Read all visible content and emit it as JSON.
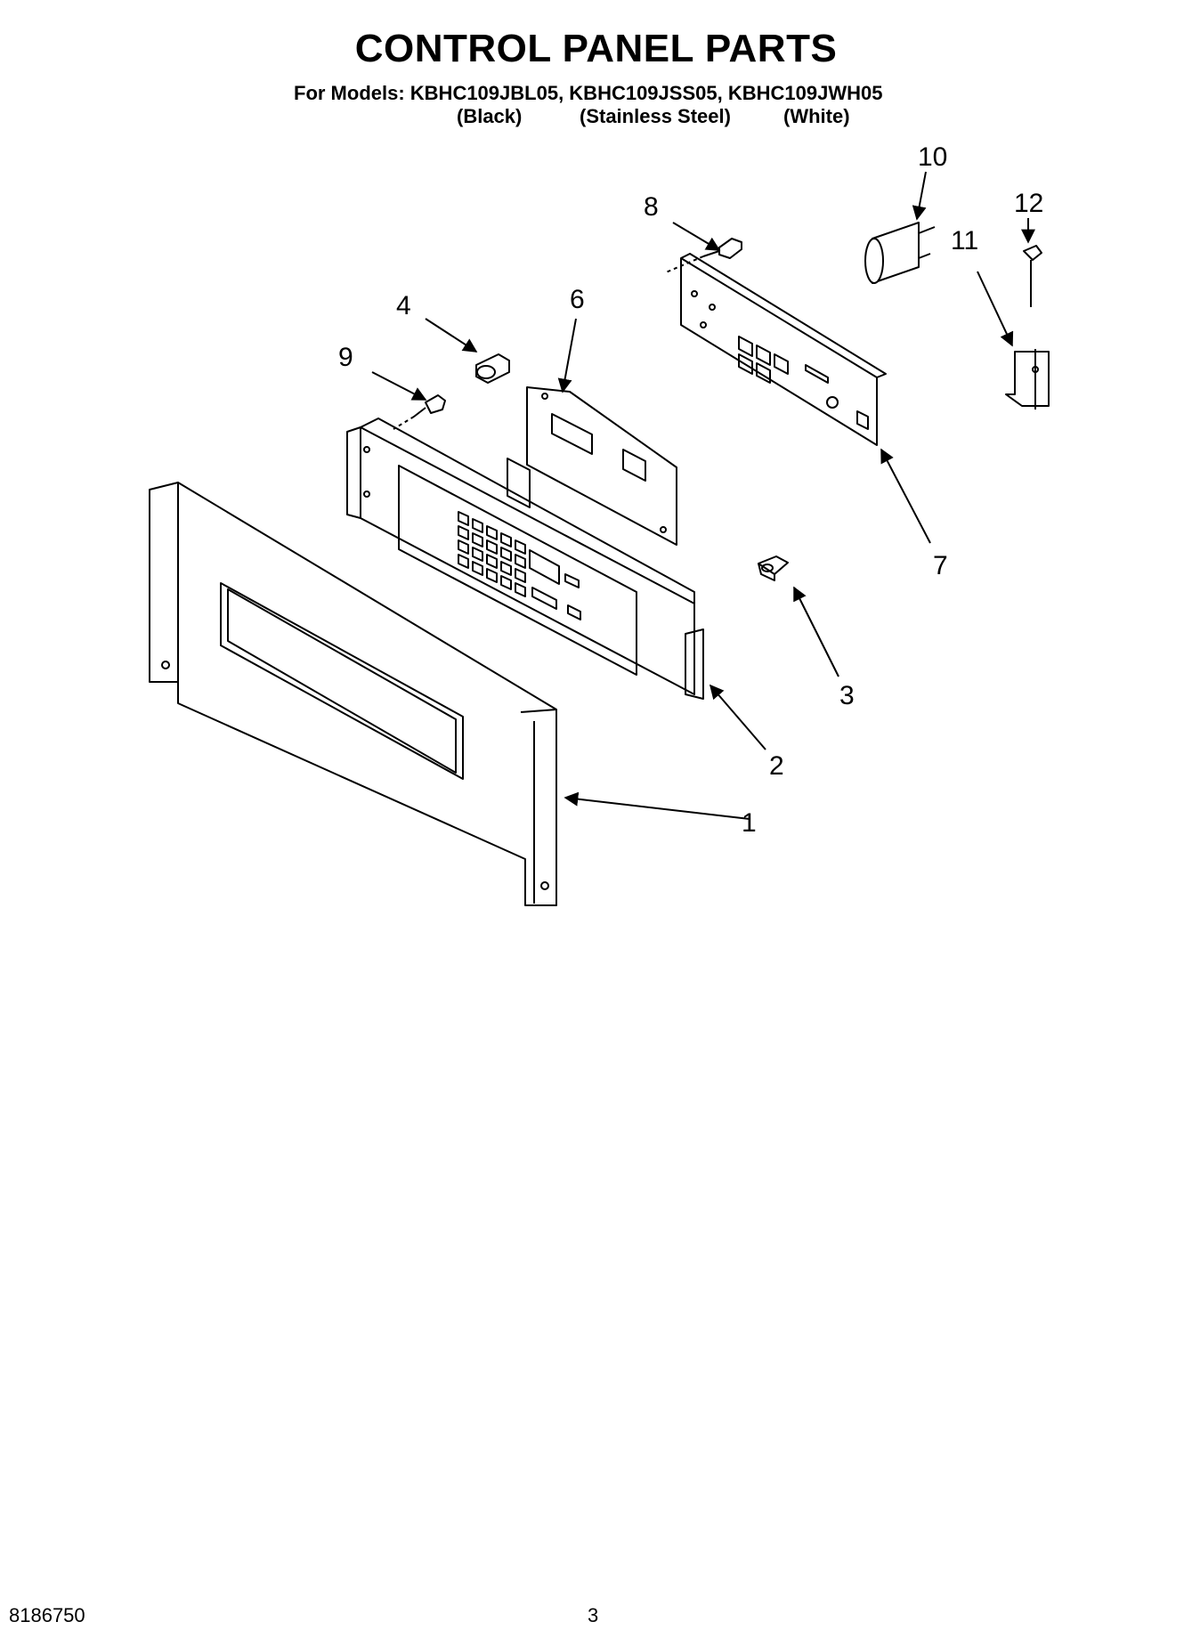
{
  "header": {
    "title": "CONTROL PANEL PARTS",
    "models_line": "For Models: KBHC109JBL05, KBHC109JSS05, KBHC109JWH05",
    "colors": [
      "(Black)",
      "(Stainless Steel)",
      "(White)"
    ]
  },
  "callouts": [
    "1",
    "2",
    "3",
    "4",
    "6",
    "7",
    "8",
    "9",
    "10",
    "11",
    "12"
  ],
  "footer": {
    "part_code": "8186750",
    "page_number": "3"
  }
}
